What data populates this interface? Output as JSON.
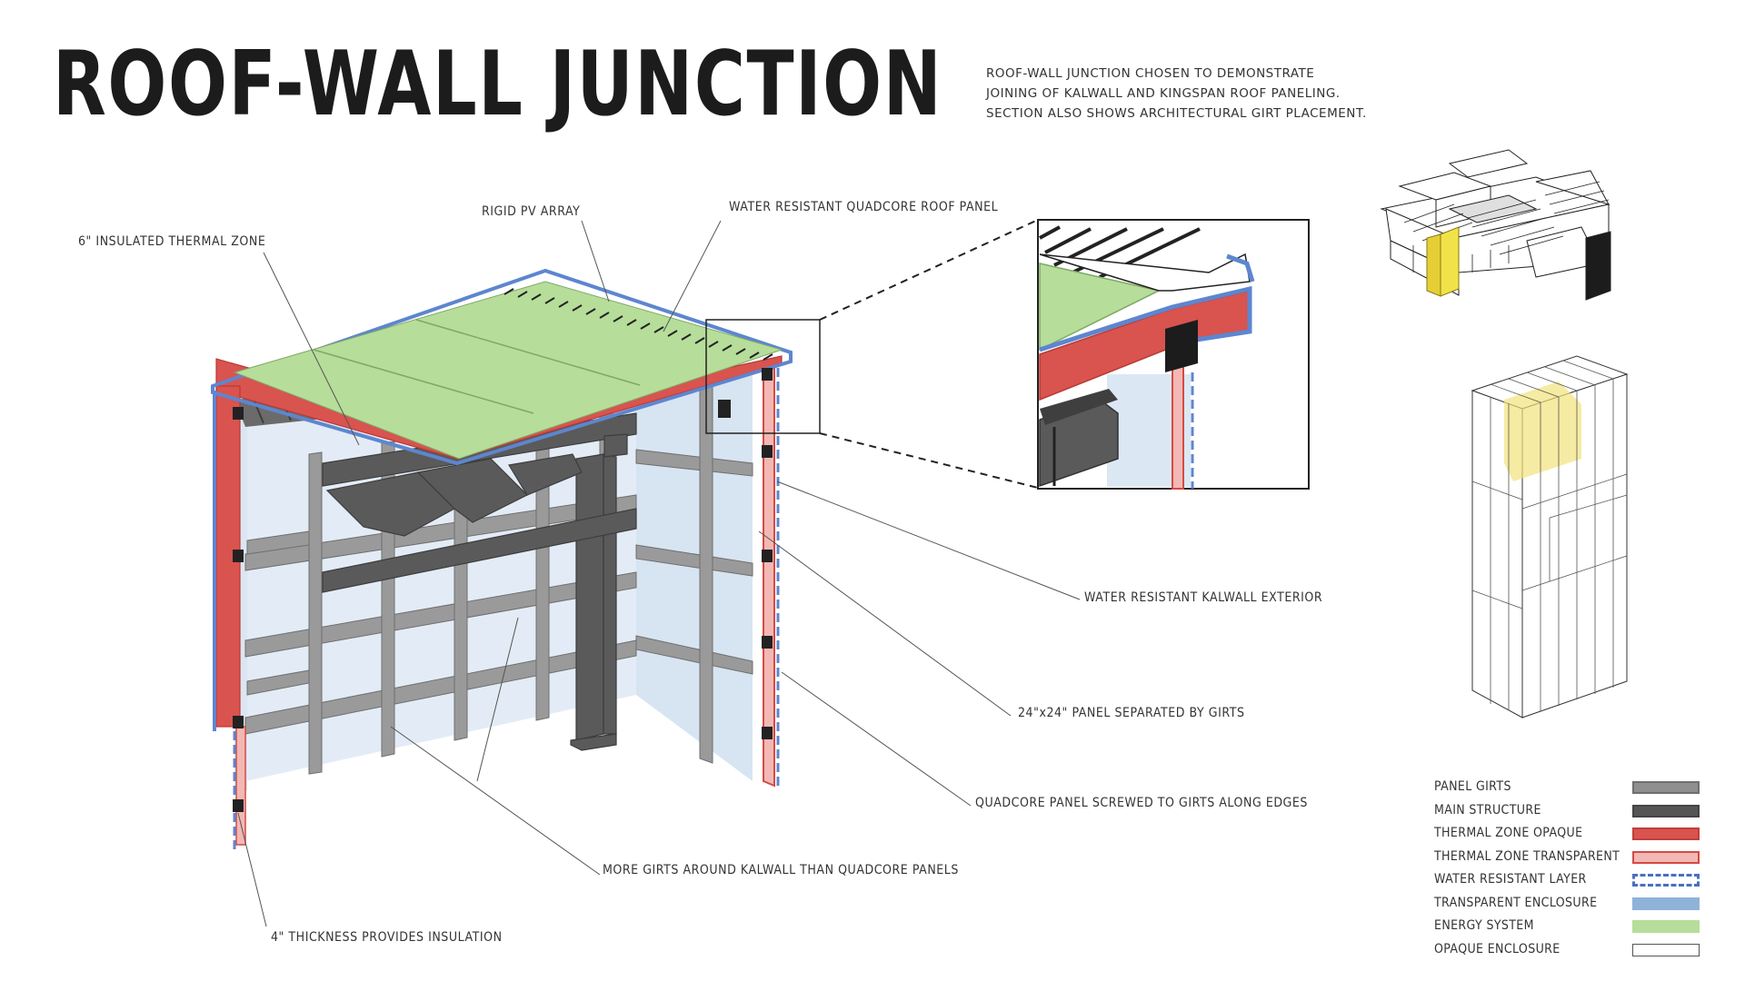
{
  "title": "ROOF-WALL JUNCTION",
  "intro": [
    "ROOF-WALL JUNCTION CHOSEN TO DEMONSTRATE",
    "JOINING OF KALWALL AND KINGSPAN ROOF PANELING.",
    "SECTION ALSO SHOWS ARCHITECTURAL GIRT PLACEMENT."
  ],
  "callouts": {
    "insulated_zone": "6\" INSULATED THERMAL ZONE",
    "pv_array": "RIGID PV ARRAY",
    "roof_panel": "WATER RESISTANT QUADCORE ROOF PANEL",
    "kalwall_exterior": "WATER RESISTANT KALWALL EXTERIOR",
    "panel_girts": "24\"x24\" PANEL SEPARATED BY GIRTS",
    "quadcore_screwed": "QUADCORE PANEL SCREWED TO GIRTS ALONG EDGES",
    "more_girts": "MORE GIRTS AROUND KALWALL THAN QUADCORE PANELS",
    "thickness": "4\" THICKNESS PROVIDES INSULATION"
  },
  "legend": [
    {
      "label": "PANEL GIRTS",
      "fill": "#8f8f8f",
      "border": "#6f6f6f",
      "style": "solid"
    },
    {
      "label": "MAIN STRUCTURE",
      "fill": "#555555",
      "border": "#444444",
      "style": "solid"
    },
    {
      "label": "THERMAL ZONE OPAQUE",
      "fill": "#d9534f",
      "border": "#c0403c",
      "style": "solid"
    },
    {
      "label": "THERMAL ZONE TRANSPARENT",
      "fill": "#f2b8b4",
      "border": "#d44a45",
      "style": "solid"
    },
    {
      "label": "WATER RESISTANT LAYER",
      "fill": "#ffffff",
      "border": "#4a6fc0",
      "style": "dashed"
    },
    {
      "label": "TRANSPARENT ENCLOSURE",
      "fill": "#8fb2d8",
      "border": "#8fb2d8",
      "style": "solid"
    },
    {
      "label": "ENERGY SYSTEM",
      "fill": "#b7dd9a",
      "border": "#b7dd9a",
      "style": "solid"
    },
    {
      "label": "OPAQUE ENCLOSURE",
      "fill": "#ffffff",
      "border": "#555555",
      "style": "solid"
    }
  ],
  "colors": {
    "girts": "#8f8f8f",
    "structure": "#555555",
    "thermal": "#d9534f",
    "energy": "#b7dd9a",
    "water": "#5d86cf",
    "transparent": "#dbe8f4",
    "highlight": "#f2e27a"
  }
}
